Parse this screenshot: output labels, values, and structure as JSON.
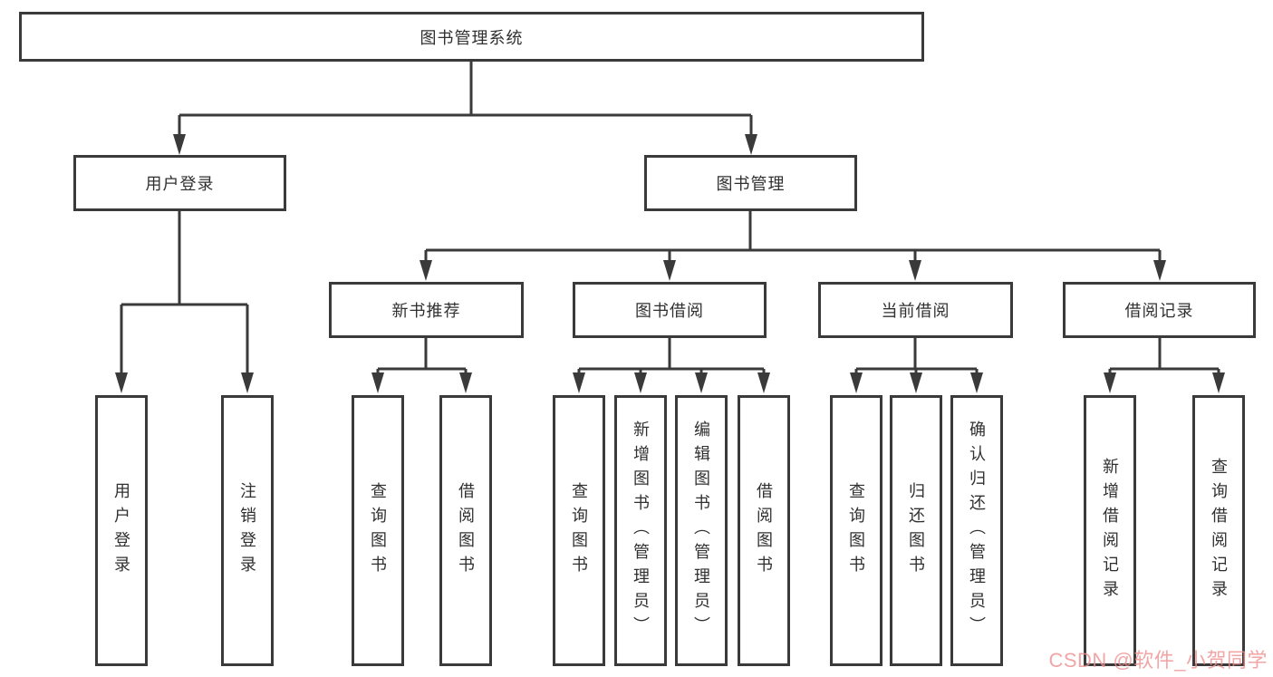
{
  "colors": {
    "line": "#3a3a3a",
    "text": "#303030",
    "box_background": "#ffffff",
    "watermark": "#ee8f8f"
  },
  "watermark": {
    "text": "CSDN @软件_小贺同学"
  },
  "tree": {
    "root": {
      "label": "图书管理系统"
    },
    "children": [
      {
        "label": "用户登录",
        "children": [
          {
            "label": "用户登录"
          },
          {
            "label": "注销登录"
          }
        ]
      },
      {
        "label": "图书管理",
        "children": [
          {
            "label": "新书推荐",
            "children": [
              {
                "label": "查询图书"
              },
              {
                "label": "借阅图书"
              }
            ]
          },
          {
            "label": "图书借阅",
            "children": [
              {
                "label": "查询图书"
              },
              {
                "label": "新增图书（管理员）"
              },
              {
                "label": "编辑图书（管理员）"
              },
              {
                "label": "借阅图书"
              }
            ]
          },
          {
            "label": "当前借阅",
            "children": [
              {
                "label": "查询图书"
              },
              {
                "label": "归还图书"
              },
              {
                "label": "确认归还（管理员）"
              }
            ]
          },
          {
            "label": "借阅记录",
            "children": [
              {
                "label": "新增借阅记录"
              },
              {
                "label": "查询借阅记录"
              }
            ]
          }
        ]
      }
    ]
  }
}
